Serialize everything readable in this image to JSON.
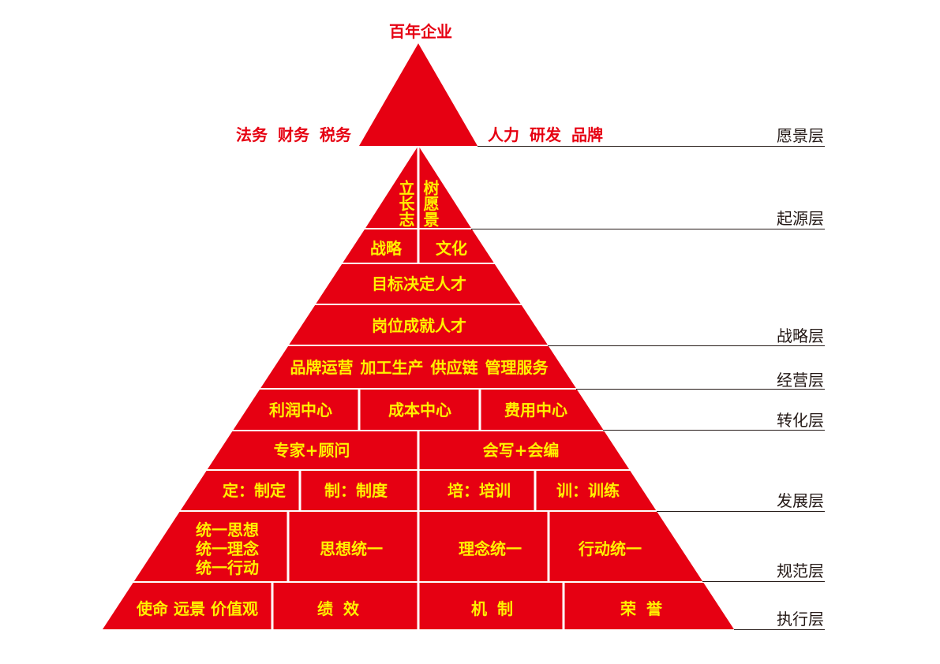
{
  "top_title": "百年企业",
  "top_left_functions": "法务 财务 税务",
  "top_right_functions": "人力 研发 品牌",
  "layers": [
    "愿景层",
    "起源层",
    "战略层",
    "经营层",
    "转化层",
    "发展层",
    "规范层",
    "执行层"
  ],
  "pyramid_rows": [
    [
      "立长志",
      "树愿景"
    ],
    [
      "战略",
      "文化"
    ],
    [
      "目标决定人才"
    ],
    [
      "岗位成就人才"
    ],
    [
      "品牌运营 加工生产 供应链 管理服务"
    ],
    [
      "利润中心",
      "成本中心",
      "费用中心"
    ],
    [
      "专家+顾问",
      "会写+会编"
    ],
    [
      "定：制定",
      "制：制度",
      "培：培训",
      "训：训练"
    ],
    [
      [
        "统一思想",
        "统一理念",
        "统一行动"
      ],
      "思想统一",
      "理念统一",
      "行动统一"
    ],
    [
      "使命 远景 价值观",
      "绩 效",
      "机 制",
      "荣 誉"
    ]
  ],
  "colors": {
    "pyramid_fill": "#e60012",
    "cell_text": "#fff100",
    "heading_text": "#e60012",
    "layer_text": "#231815",
    "layer_line": "#231815",
    "background": "#ffffff"
  }
}
